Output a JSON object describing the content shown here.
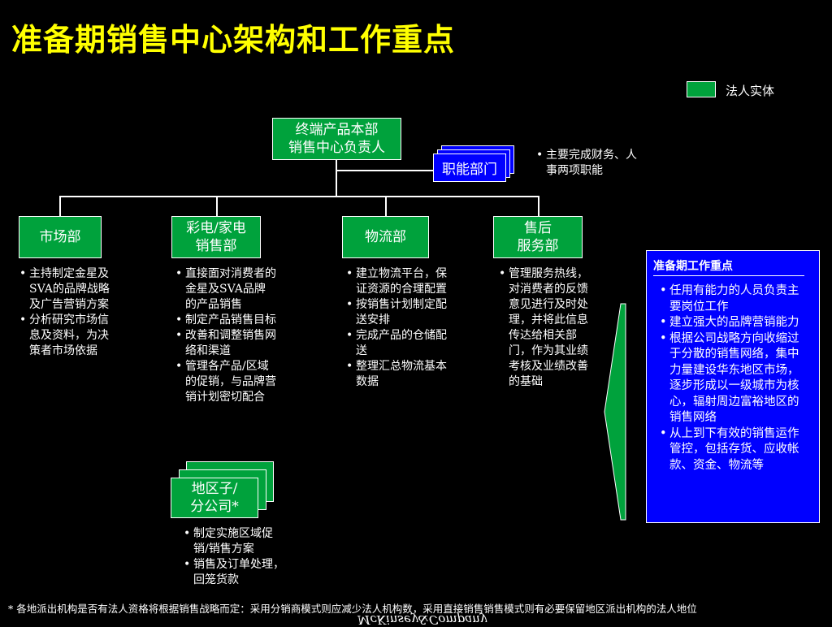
{
  "title": "准备期销售中心架构和工作重点",
  "legend": {
    "label": "法人实体",
    "color": "#00a23c"
  },
  "top_box": {
    "line1": "终端产品本部",
    "line2": "销售中心负责人"
  },
  "function_box": {
    "label": "职能部门",
    "notes": [
      "主要完成财务、人事两项职能"
    ]
  },
  "departments": [
    {
      "label": [
        "市场部"
      ],
      "bullets": [
        "主持制定金星及SVA的品牌战略及广告营销方案",
        "分析研究市场信息及资料，为决策者市场依据"
      ]
    },
    {
      "label": [
        "彩电/家电",
        "销售部"
      ],
      "bullets": [
        "直接面对消费者的金星及SVA品牌的产品销售",
        "制定产品销售目标",
        "改善和调整销售网络和渠道",
        "管理各产品/区域的促销，与品牌营销计划密切配合"
      ]
    },
    {
      "label": [
        "物流部"
      ],
      "bullets": [
        "建立物流平台，保证资源的合理配置",
        "按销售计划制定配送安排",
        "完成产品的仓储配送",
        "整理汇总物流基本数据"
      ]
    },
    {
      "label": [
        "售后",
        "服务部"
      ],
      "bullets": [
        "管理服务热线，对消费者的反馈意见进行及时处理，并将此信息传达给相关部门，作为其业绩考核及业绩改善的基础"
      ]
    }
  ],
  "region_box": {
    "label": [
      "地区子/",
      "分公司*"
    ],
    "bullets": [
      "制定实施区域促销/销售方案",
      "销售及订单处理，回笼货款"
    ]
  },
  "panel": {
    "title": "准备期工作重点",
    "bullets": [
      "任用有能力的人员负责主要岗位工作",
      "建立强大的品牌营销能力",
      "根据公司战略方向收缩过于分散的销售网络，集中力量建设华东地区市场，逐步形成以一级城市为核心，辐射周边富裕地区的销售网络",
      "从上到下有效的销售运作管控，包括存货、应收帐款、资金、物流等"
    ]
  },
  "footnote": "* 各地派出机构是否有法人资格将根据销售战略而定：采用分销商模式则应减少法人机构数，采用直接销售销售模式则有必要保留地区派出机构的法人地位",
  "brand": "McKinsey&Company"
}
